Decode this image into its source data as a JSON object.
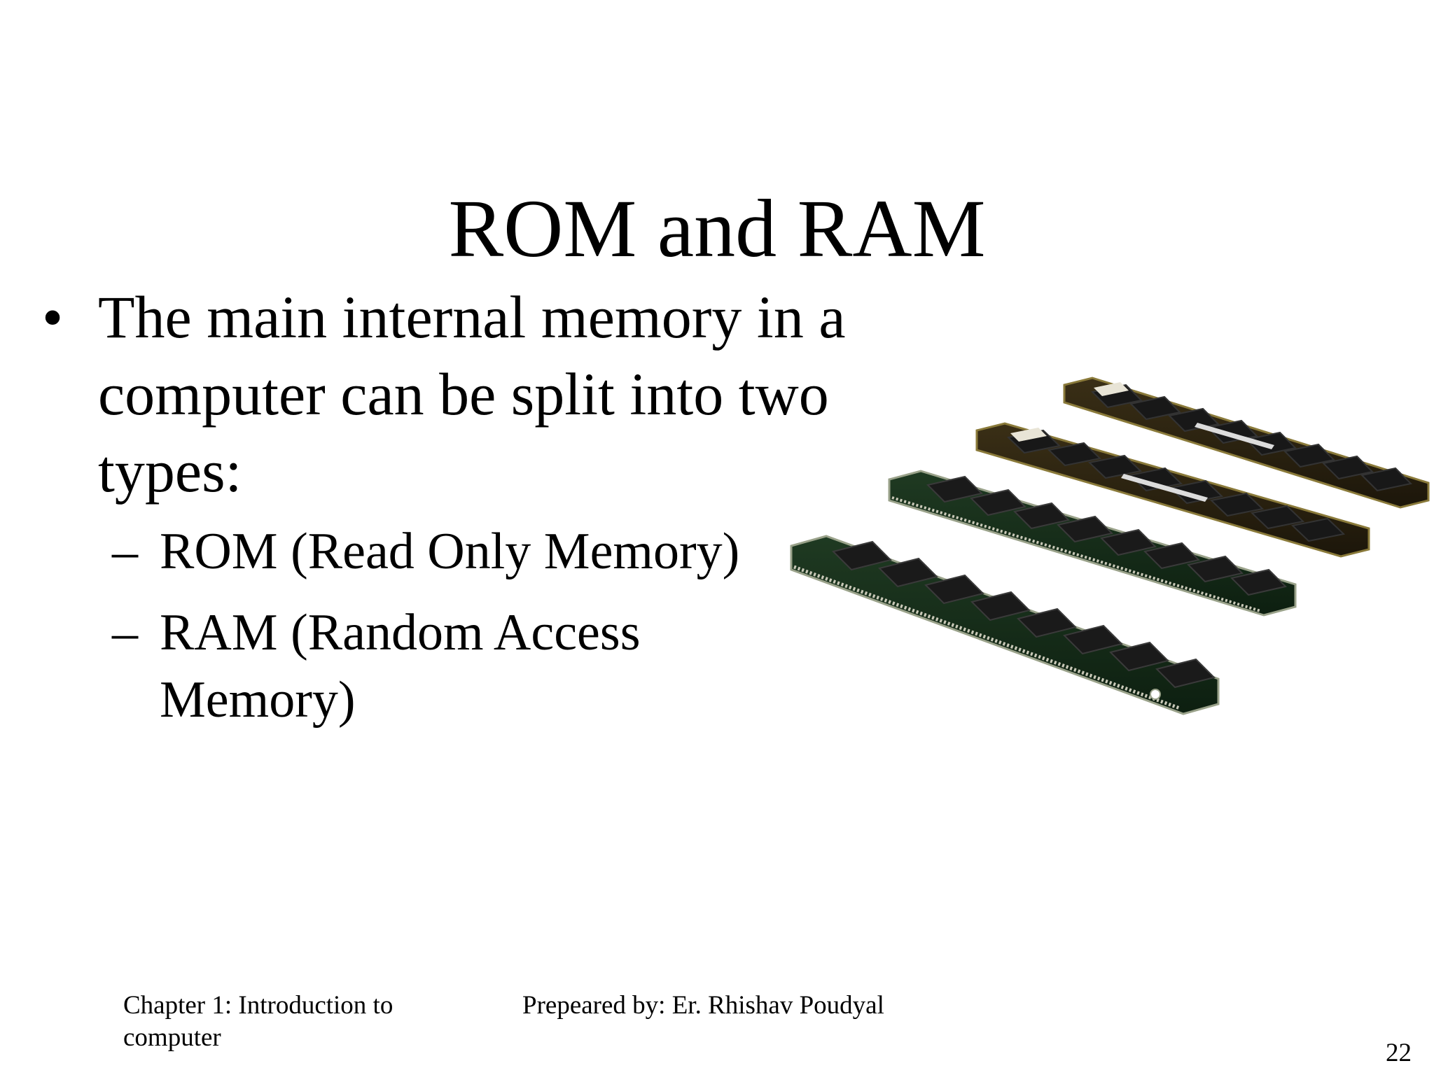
{
  "slide": {
    "title": "ROM and RAM",
    "bullet": {
      "marker": "•",
      "text": "The main internal memory in a computer can be split into two types:"
    },
    "sub_bullets": [
      {
        "marker": "–",
        "text": "ROM (Read Only Memory)"
      },
      {
        "marker": "–",
        "text": "RAM (Random Access Memory)"
      }
    ],
    "image": {
      "icon": "ram-modules-photo"
    }
  },
  "footer": {
    "left": "Chapter 1: Introduction to computer",
    "center": "Prepeared by: Er. Rhishav Poudyal",
    "page_number": "22"
  }
}
